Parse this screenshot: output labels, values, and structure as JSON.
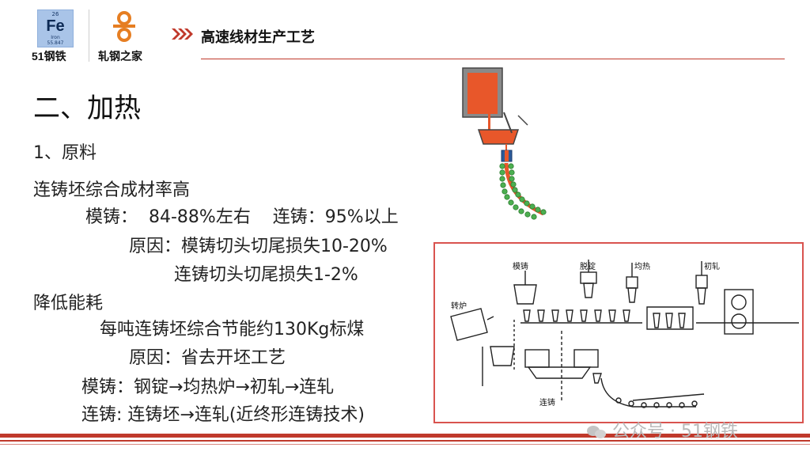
{
  "logo_fe": {
    "number": "26",
    "symbol": "Fe",
    "name": "Iron",
    "mass": "55.847",
    "brand": "51钢铁"
  },
  "logo_rolling": {
    "brand": "轧钢之家"
  },
  "header": {
    "title": "高速线材生产工艺"
  },
  "section": {
    "title": "二、加热",
    "subtitle": "1、原料"
  },
  "lines": [
    "连铸坯综合成材率高",
    "模铸：  84-88%左右    连铸：95%以上",
    "原因：模铸切头切尾损失10-20%",
    "连铸切头切尾损失1-2%",
    "降低能耗",
    "每吨连铸坯综合节能约130Kg标煤",
    "原因：省去开坯工艺",
    "模铸：钢锭→均热炉→初轧→连轧",
    "连铸: 连铸坯→连轧(近终形连铸技术)"
  ],
  "diagram": {
    "labels": {
      "mold": "模铸",
      "demold": "脱锭",
      "soak": "均热",
      "rough": "初轧",
      "converter": "转炉",
      "cc": "连铸"
    }
  },
  "watermark": "公众号 · 51钢铁",
  "colors": {
    "accent": "#c0392b",
    "diagram_border": "#d9534f",
    "steel": "#e8572a",
    "strand": "#4caf50"
  }
}
